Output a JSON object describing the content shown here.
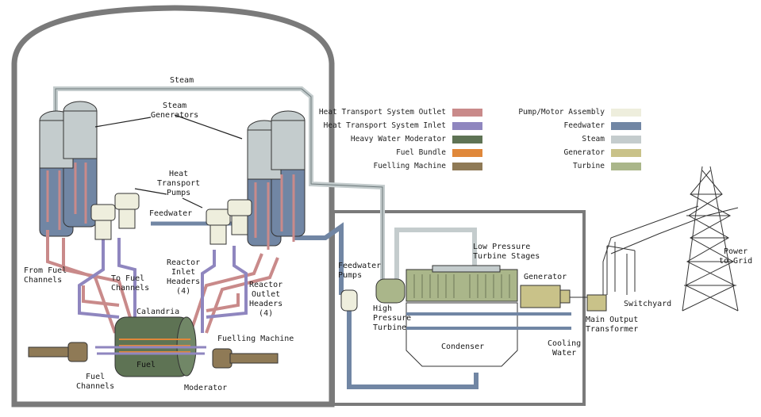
{
  "labels": {
    "steam_top": "Steam",
    "steam_generators": "Steam\nGenerators",
    "heat_transport_pumps": "Heat\nTransport\nPumps",
    "feedwater": "Feedwater",
    "from_fuel_channels": "From Fuel\nChannels",
    "to_fuel_channels": "To Fuel\nChannels",
    "reactor_inlet_headers": "Reactor\nInlet\nHeaders\n(4)",
    "reactor_outlet_headers": "Reactor\nOutlet\nHeaders\n(4)",
    "calandria": "Calandria",
    "fuel": "Fuel",
    "fuelling_machine": "Fuelling Machine",
    "fuel_channels": "Fuel\nChannels",
    "moderator": "Moderator",
    "feedwater_pumps": "Feedwater\nPumps",
    "high_pressure_turbine": "High\nPressure\nTurbine",
    "low_pressure_turbine_stages": "Low Pressure\nTurbine Stages",
    "generator": "Generator",
    "condenser": "Condenser",
    "cooling_water": "Cooling\nWater",
    "main_output_transformer": "Main Output\nTransformer",
    "switchyard": "Switchyard",
    "power_to_grid": "Power\nto Grid"
  },
  "legend_left": [
    {
      "label": "Heat Transport System Outlet",
      "color": "#c98a8a"
    },
    {
      "label": "Heat Transport System Inlet",
      "color": "#8f86bf"
    },
    {
      "label": "Heavy Water Moderator",
      "color": "#5e7354"
    },
    {
      "label": "Fuel Bundle",
      "color": "#e0883a"
    },
    {
      "label": "Fuelling Machine",
      "color": "#8f7a56"
    }
  ],
  "legend_right": [
    {
      "label": "Pump/Motor Assembly",
      "color": "#eeeedd"
    },
    {
      "label": "Feedwater",
      "color": "#7186a4"
    },
    {
      "label": "Steam",
      "color": "#c4cccd"
    },
    {
      "label": "Generator",
      "color": "#c9c289"
    },
    {
      "label": "Turbine",
      "color": "#aab68a"
    }
  ],
  "colors": {
    "outline": "#7a7a7a",
    "steam": "#c4cccd",
    "feedwater": "#7186a4",
    "hts_outlet": "#c98a8a",
    "hts_inlet": "#8f86bf",
    "moderator": "#5e7354",
    "generator": "#c9c289",
    "turbine": "#aab68a",
    "pump": "#eeeedd",
    "fuelling_machine": "#8f7a56",
    "fuel_bundle": "#e0883a"
  }
}
